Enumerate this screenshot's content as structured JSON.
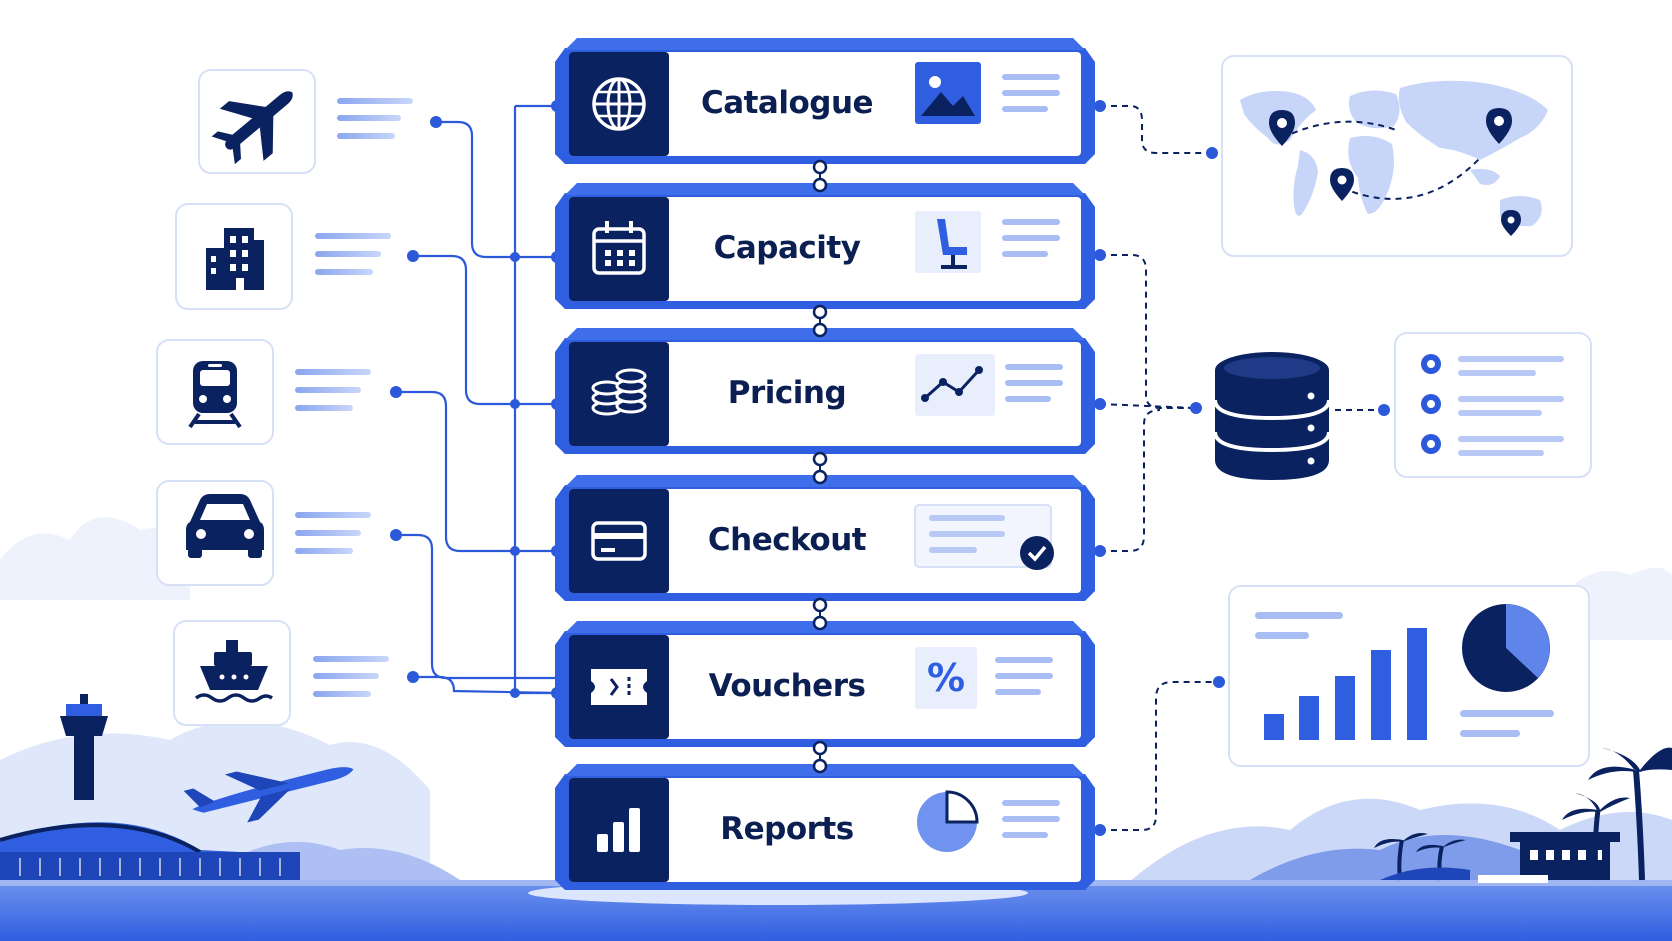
{
  "modules": [
    {
      "label": "Catalogue",
      "icon": "globe-icon",
      "accessory": "image-icon"
    },
    {
      "label": "Capacity",
      "icon": "calendar-icon",
      "accessory": "seat-icon"
    },
    {
      "label": "Pricing",
      "icon": "coins-icon",
      "accessory": "trend-line-icon"
    },
    {
      "label": "Checkout",
      "icon": "credit-card-icon",
      "accessory": "order-check-icon"
    },
    {
      "label": "Vouchers",
      "icon": "ticket-icon",
      "accessory": "percent-icon"
    },
    {
      "label": "Reports",
      "icon": "bar-chart-icon",
      "accessory": "pie-chart-icon"
    }
  ],
  "sources": [
    {
      "icon": "airplane-icon"
    },
    {
      "icon": "hotel-building-icon"
    },
    {
      "icon": "train-icon"
    },
    {
      "icon": "car-icon"
    },
    {
      "icon": "ship-icon"
    }
  ],
  "outputs": [
    {
      "name": "world-map-panel",
      "icons": [
        "map-pin-icon",
        "map-pin-icon",
        "map-pin-icon",
        "map-pin-icon"
      ]
    },
    {
      "name": "database",
      "icon": "database-icon"
    },
    {
      "name": "record-list-panel"
    },
    {
      "name": "analytics-panel",
      "icons": [
        "bar-chart-icon",
        "pie-chart-icon"
      ]
    }
  ],
  "accessory_texts": {
    "percent": "%"
  },
  "colors": {
    "navy": "#0b2260",
    "blue": "#2f5fe0",
    "line": "#2b59d9",
    "light": "#a9bdf5",
    "pale": "#e8eefc",
    "border": "#d6e0f7"
  }
}
